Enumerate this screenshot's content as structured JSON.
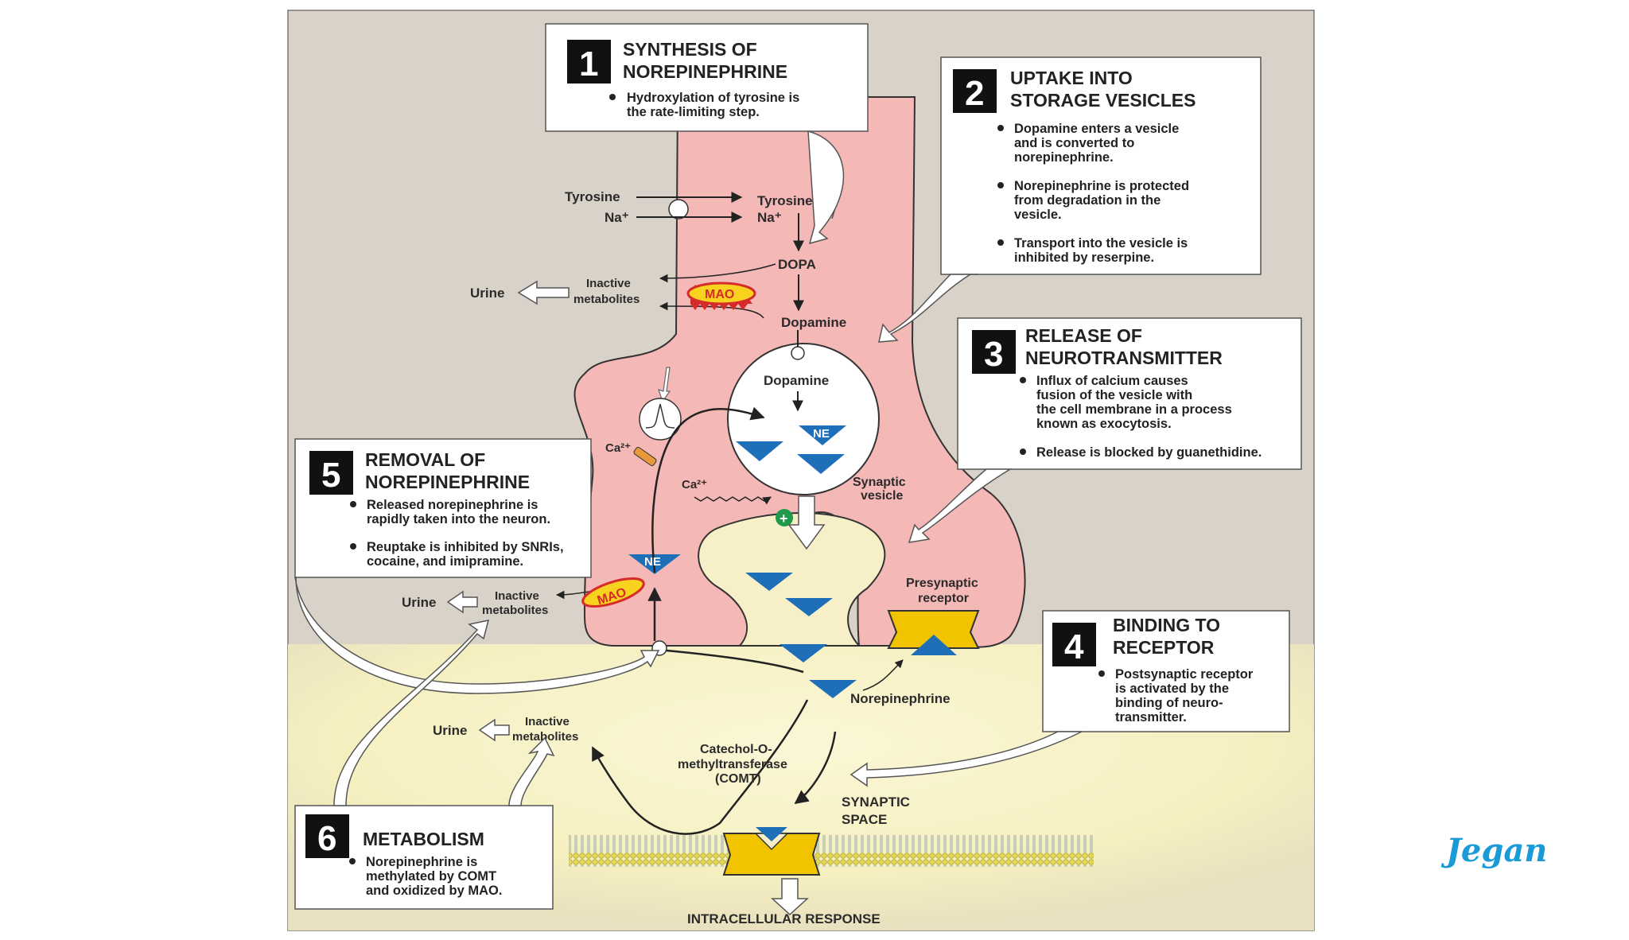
{
  "pathway": {
    "tyrosine_out": "Tyrosine",
    "na_out": "Na⁺",
    "tyrosine_in": "Tyrosine",
    "na_in": "Na⁺",
    "dopa": "DOPA",
    "dopamine": "Dopamine",
    "dopamine_vesicle": "Dopamine",
    "ne_vesicle": "NE",
    "ne_reuptake": "NE",
    "mao_1": "MAO",
    "mao_2": "MAO",
    "inactive_1": "Inactive",
    "metabolites_1": "metabolites",
    "urine_1": "Urine",
    "inactive_2": "Inactive",
    "metabolites_2": "metabolites",
    "urine_2": "Urine",
    "inactive_3": "Inactive",
    "metabolites_3": "metabolites",
    "urine_3": "Urine",
    "ca_1": "Ca²⁺",
    "ca_2": "Ca²⁺",
    "plus": "+",
    "synaptic_vesicle_1": "Synaptic",
    "synaptic_vesicle_2": "vesicle",
    "presynaptic_1": "Presynaptic",
    "presynaptic_2": "receptor",
    "norepinephrine": "Norepinephrine",
    "comt_1": "Catechol-O-",
    "comt_2": "methyltransferase",
    "comt_3": "(COMT)",
    "synaptic_space_1": "SYNAPTIC",
    "synaptic_space_2": "SPACE",
    "intracellular": "INTRACELLULAR RESPONSE"
  },
  "steps": [
    {
      "number": "1",
      "title_1": "SYNTHESIS OF",
      "title_2": "NOREPINEPHRINE",
      "bullets": [
        [
          "Hydroxylation of tyrosine is",
          "the rate-limiting step."
        ]
      ]
    },
    {
      "number": "2",
      "title_1": "UPTAKE INTO",
      "title_2": "STORAGE VESICLES",
      "bullets": [
        [
          "Dopamine enters a vesicle",
          "and is converted to",
          "norepinephrine."
        ],
        [
          "Norepinephrine is protected",
          "from degradation in the",
          "vesicle."
        ],
        [
          "Transport into the vesicle is",
          "inhibited by reserpine."
        ]
      ]
    },
    {
      "number": "3",
      "title_1": "RELEASE OF",
      "title_2": "NEUROTRANSMITTER",
      "bullets": [
        [
          "Influx of calcium causes",
          "fusion of the vesicle with",
          "the cell membrane in a process",
          "known as exocytosis."
        ],
        [
          "Release is blocked by guanethidine."
        ]
      ]
    },
    {
      "number": "4",
      "title_1": "BINDING TO",
      "title_2": "RECEPTOR",
      "bullets": [
        [
          "Postsynaptic receptor",
          "is activated by the",
          "binding of neuro-",
          "transmitter."
        ]
      ]
    },
    {
      "number": "5",
      "title_1": "REMOVAL OF",
      "title_2": "NOREPINEPHRINE",
      "bullets": [
        [
          "Released norepinephrine is",
          "rapidly taken into the neuron."
        ],
        [
          "Reuptake is inhibited by SNRIs,",
          "cocaine, and imipramine."
        ]
      ]
    },
    {
      "number": "6",
      "title_1": "METABOLISM",
      "title_2": "",
      "bullets": [
        [
          "Norepinephrine is",
          "methylated by COMT",
          "and oxidized by MAO."
        ]
      ]
    }
  ],
  "signature": "Jegan",
  "colors": {
    "background": "#d9d2c8",
    "neuron": "#f4b8b6",
    "synaptic_glow": "#f8f2c4",
    "ne_triangle": "#1f6fb8",
    "receptor": "#f2c400",
    "mao": "#f7d21f",
    "mao_border": "#d62b2b",
    "plus": "#1f9a4a",
    "ca_channel": "#e89a3a",
    "signature": "#1a9ad6"
  }
}
